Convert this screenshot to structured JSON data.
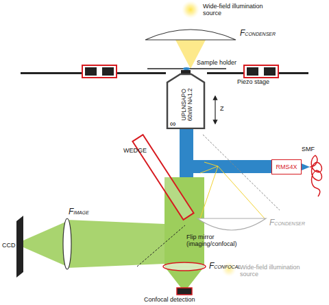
{
  "diagram": {
    "nodes": [
      {
        "text": [
          "UPLNSAPO 60xW NA1.2",
          "∞"
        ]
      },
      {
        "text": [
          "RMS4X"
        ]
      }
    ],
    "labels": [
      "Wide-field illumination source",
      "FCONDENSER",
      "Sample holder",
      "Piezo stage",
      "Z",
      "WEDGE",
      "SMF",
      "FCONDENSER",
      "Wide-field illumination source",
      "FIMAGE",
      "CCD",
      "Flip mirror (imaging/confocal)",
      "FCONFOCAL",
      "Confocal detection"
    ]
  }
}
